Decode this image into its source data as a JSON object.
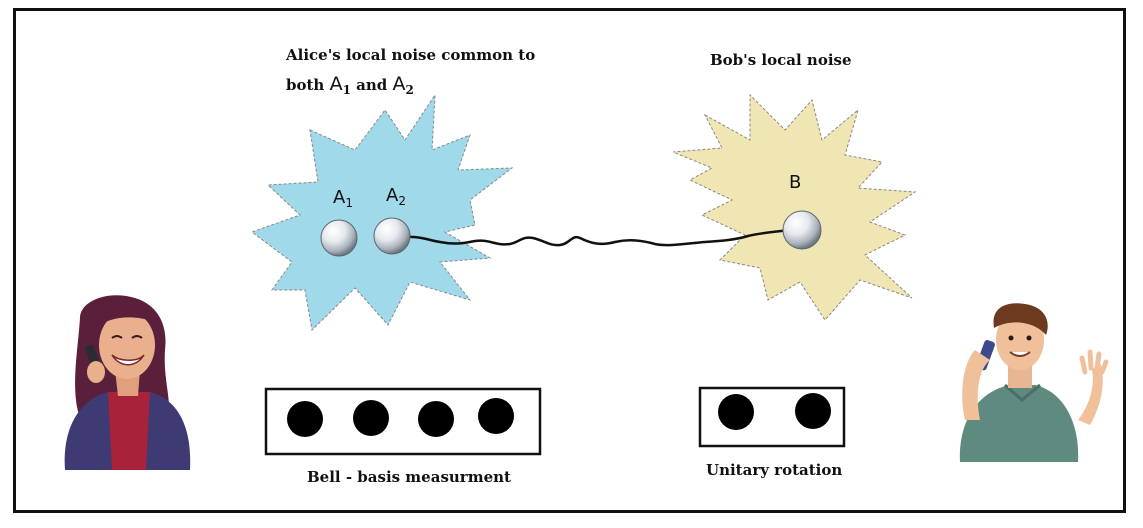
{
  "alice_noise": {
    "line1": "Alice's local noise common to",
    "line2_prefix": "both",
    "line2_a": "A",
    "line2_a_sub": "1",
    "line2_mid": "and",
    "line2_b": "A",
    "line2_b_sub": "2"
  },
  "bob_noise": {
    "label": "Bob's local noise"
  },
  "qubits": {
    "a1": {
      "letter": "A",
      "sub": "1"
    },
    "a2": {
      "letter": "A",
      "sub": "2"
    },
    "b": {
      "letter": "B"
    }
  },
  "bell_box": {
    "label": "Bell - basis measurment"
  },
  "unitary_box": {
    "label": "Unitary rotation"
  },
  "colors": {
    "alice_cloud": "#9fd9ea",
    "bob_cloud": "#efe6b4",
    "border": "#111111"
  }
}
